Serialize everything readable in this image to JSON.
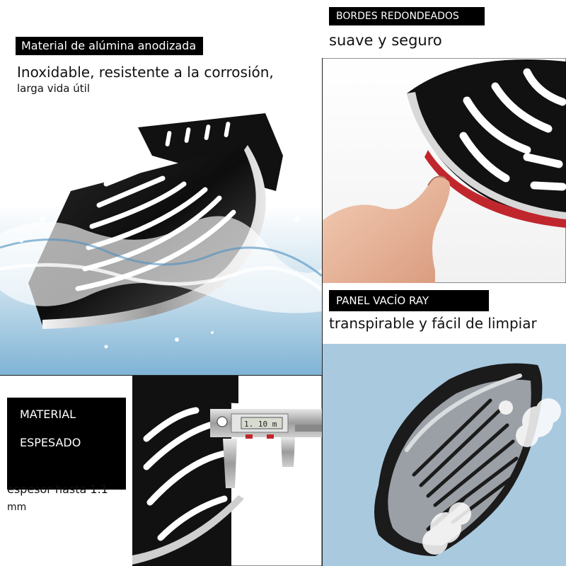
{
  "top_left": {
    "heading": "Material de alúmina anodizada",
    "subheading": "Inoxidable, resistente a la corrosión,",
    "detail": "larga vida útil"
  },
  "top_right": {
    "heading": "BORDES REDONDEADOS",
    "subheading": "suave y seguro"
  },
  "middle_right": {
    "heading": "PANEL VACÍO RAY",
    "subheading": "transpirable y fácil de limpiar"
  },
  "bottom_left": {
    "heading_line1": "MATERIAL",
    "heading_line2": "ESPESADO",
    "subheading_line1": "espesor hasta 1.1",
    "subheading_line2": "mm",
    "caliper_reading": "1. 10 m"
  },
  "colors": {
    "label_bg": "#000000",
    "label_text": "#ffffff",
    "water_blue": "#5aa6d6",
    "sky_blue": "#a9c9df",
    "red_edge": "#c0272d"
  }
}
